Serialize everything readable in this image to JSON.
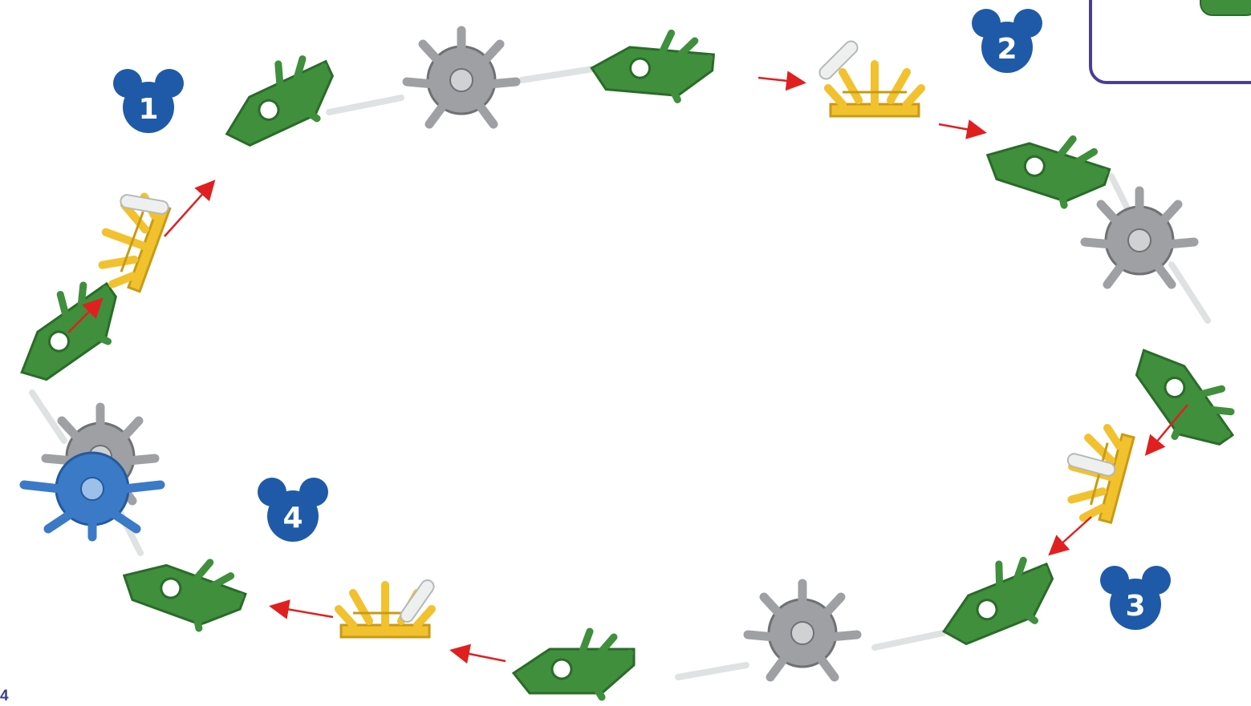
{
  "page": {
    "number": "4"
  },
  "steps": [
    {
      "label": "1"
    },
    {
      "label": "2"
    },
    {
      "label": "3"
    },
    {
      "label": "4"
    }
  ],
  "colors": {
    "green": "#3f8f3c",
    "green_dark": "#2b6b2a",
    "yellow": "#f2c12e",
    "yellow_dark": "#c99a14",
    "gray": "#9ea0a3",
    "gray_dark": "#6f7175",
    "blue": "#3a7ac7",
    "white_rod": "#eef0f0",
    "arrow": "#e02020",
    "badge": "#1f5aa8",
    "inset_border": "#4b3d96"
  },
  "parts": {
    "connector_types": [
      "green-connector",
      "yellow-connector",
      "gray-connector",
      "blue-connector",
      "white-rod"
    ]
  }
}
